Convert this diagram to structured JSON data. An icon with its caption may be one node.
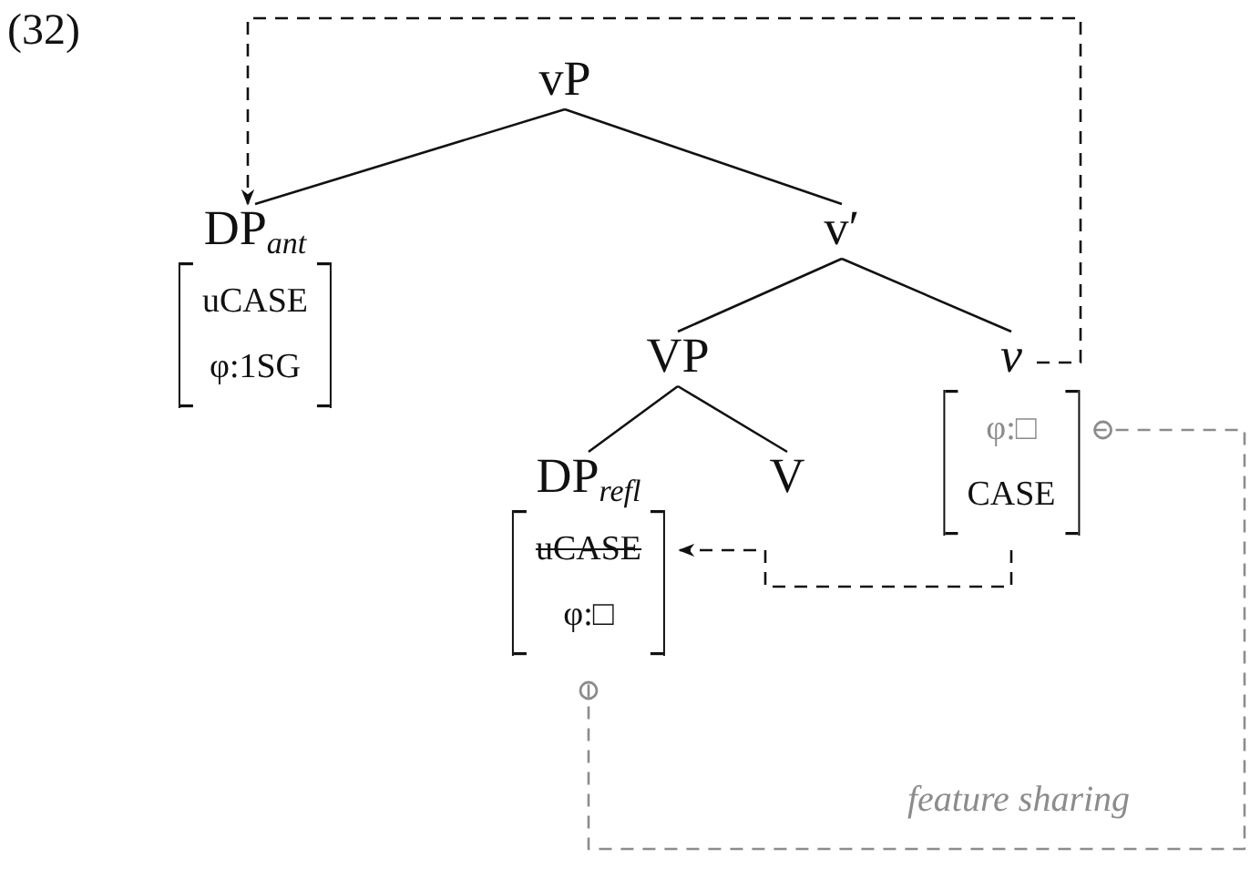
{
  "diagram": {
    "nodes": [
      {
        "text": [
          "vP"
        ]
      },
      {
        "text": [
          "DP$_{ant}$",
          "uCASE",
          "φ:1SG"
        ]
      },
      {
        "text": [
          "v′"
        ]
      },
      {
        "text": [
          "VP"
        ]
      },
      {
        "text": [
          "*v*",
          "φ:□",
          "CASE"
        ]
      },
      {
        "text": [
          "DP$_{refl}$",
          "uCASE",
          "φ:□"
        ]
      },
      {
        "text": [
          "V"
        ]
      }
    ],
    "edges": [
      {
        "from": 0,
        "to": 1,
        "arrow": "none"
      },
      {
        "from": 0,
        "to": 2,
        "arrow": "none"
      },
      {
        "from": 2,
        "to": 3,
        "arrow": "none"
      },
      {
        "from": 2,
        "to": 4,
        "arrow": "none"
      },
      {
        "from": 3,
        "to": 5,
        "arrow": "none"
      },
      {
        "from": 3,
        "to": 6,
        "arrow": "none"
      },
      {
        "from": 4,
        "to": 1,
        "arrow": "to",
        "style": "dashed"
      },
      {
        "from": 4,
        "to": 5,
        "arrow": "to",
        "style": "dashed"
      },
      {
        "from": 4,
        "to": 5,
        "arrow": "other",
        "style": "dashed",
        "color": "#8c8c8c",
        "label": "feature sharing"
      }
    ],
    "labels": [
      "(32)"
    ]
  }
}
